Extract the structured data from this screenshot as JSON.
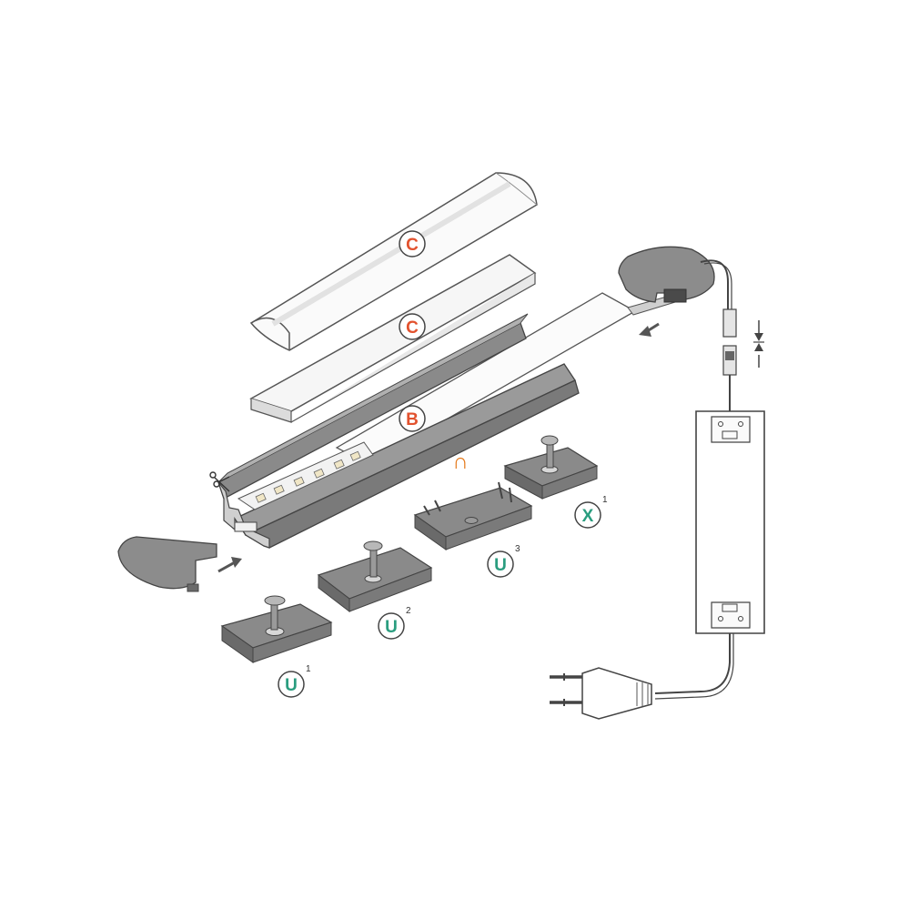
{
  "labels": {
    "cover_round": "C",
    "cover_flat": "C",
    "profile": "B",
    "clip_u_nn": "∩"
  },
  "mounting": {
    "u1": {
      "letter": "U",
      "index": "1"
    },
    "u2": {
      "letter": "U",
      "index": "2"
    },
    "u3": {
      "letter": "U",
      "index": "3"
    },
    "x1": {
      "letter": "X",
      "index": "1"
    }
  },
  "colors": {
    "component_label": "#e2522e",
    "mounting_label": "#2a9d7f",
    "clip_symbol": "#e57a1c",
    "metal_dark": "#7a7a7a",
    "metal_light": "#9e9e9e",
    "cover_fill": "#f5f5f5",
    "outline": "#444444"
  },
  "icons": [
    "scissors-icon",
    "arrow-left-icon",
    "arrow-right-icon",
    "compress-arrows-icon",
    "power-plug-icon"
  ]
}
